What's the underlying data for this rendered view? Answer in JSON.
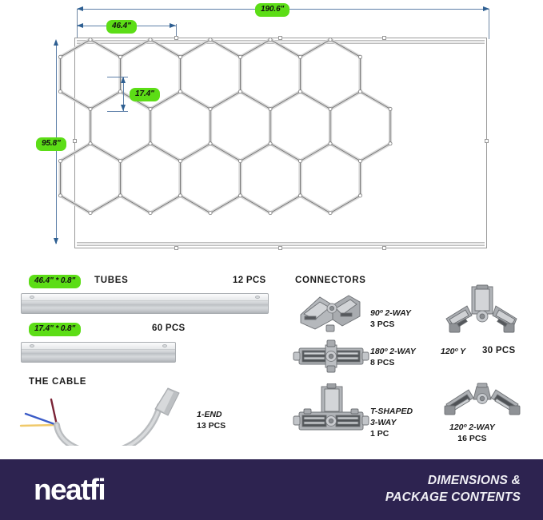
{
  "product": {
    "brand": "neatfi",
    "footer_title_line1": "DIMENSIONS &",
    "footer_title_line2": "PACKAGE CONTENTS",
    "footer_bg": "#2d2350",
    "badge_color": "#5cdd16",
    "dim_line_color": "#2e5f92"
  },
  "diagram": {
    "overall_width": "190.6\"",
    "overall_height": "95.8\"",
    "hex_span": "46.4\"",
    "hex_side": "17.4\"",
    "grid": {
      "rows": 3,
      "hex_counts": [
        5,
        5,
        5
      ],
      "orientation": "pointy-left-right"
    }
  },
  "tubes": {
    "section_title": "TUBES",
    "items": [
      {
        "size_badge": "46.4\" * 0.8\"",
        "qty": "12 PCS"
      },
      {
        "size_badge": "17.4\" * 0.8\"",
        "qty": "60 PCS"
      }
    ]
  },
  "cable": {
    "section_title": "THE CABLE",
    "type": "1-END",
    "qty": "13 PCS"
  },
  "connectors": {
    "section_title": "CONNECTORS",
    "items": [
      {
        "name": "90º 2-WAY",
        "qty": "3 PCS"
      },
      {
        "name": "180º 2-WAY",
        "qty": "8 PCS"
      },
      {
        "name": "T-SHAPED",
        "name2": "3-WAY",
        "qty": "1 PC"
      },
      {
        "name": "120º Y",
        "qty": "30 PCS"
      },
      {
        "name": "120º 2-WAY",
        "qty": "16 PCS"
      }
    ]
  }
}
